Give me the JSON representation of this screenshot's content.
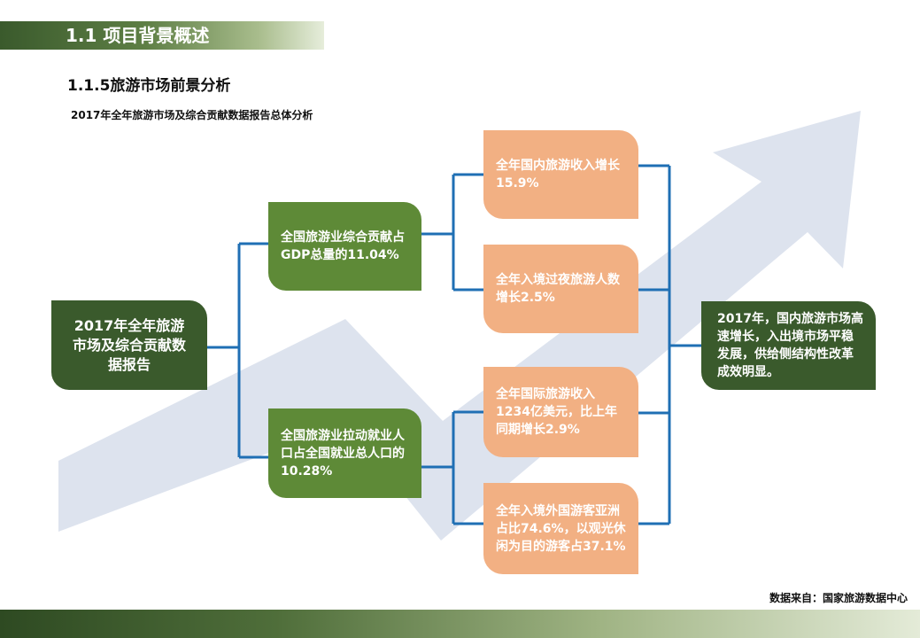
{
  "header": {
    "title": "1.1 项目背景概述"
  },
  "section": {
    "subtitle": "1.1.5旅游市场前景分析"
  },
  "caption": "2017年全年旅游市场及综合贡献数据报告总体分析",
  "diagram": {
    "root": {
      "label": "2017年全年旅游市场及综合贡献数据报告"
    },
    "branches": [
      {
        "label": "全国旅游业综合贡献占GDP总量的11.04%",
        "children": [
          {
            "label": "全年国内旅游收入增长15.9%"
          },
          {
            "label": "全年入境过夜旅游人数增长2.5%"
          }
        ]
      },
      {
        "label": "全国旅游业拉动就业人口占全国就业总人口的10.28%",
        "children": [
          {
            "label": "全年国际旅游收入1234亿美元，比上年同期增长2.9%"
          },
          {
            "label": "全年入境外国游客亚洲占比74.6%，以观光休闲为目的游客占37.1%"
          }
        ]
      }
    ],
    "conclusion": {
      "label": "2017年，国内旅游市场高速增长，入出境市场平稳发展，供给侧结构性改革成效明显。"
    }
  },
  "source": "数据来自：国家旅游数据中心",
  "colors": {
    "dark_green": "#3a5a2c",
    "mid_green": "#5e8a37",
    "salmon": "#f2b083",
    "connector_blue": "#1f6fb4",
    "arrow_gray": "#dde3ee"
  }
}
